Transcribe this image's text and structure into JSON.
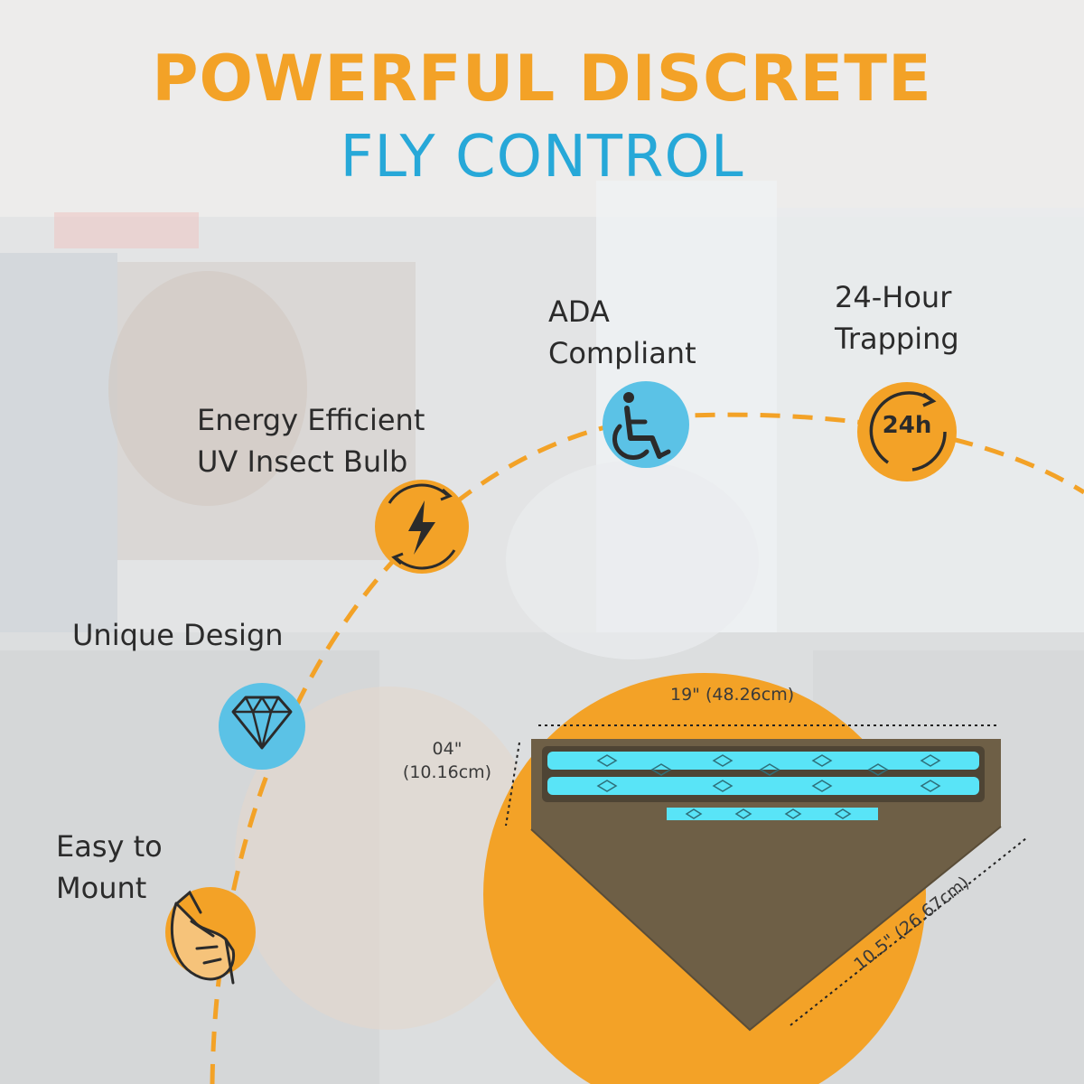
{
  "title": {
    "line1": "POWERFUL DISCRETE",
    "line2": "FLY CONTROL"
  },
  "colors": {
    "orange": "#f3a227",
    "blue": "#27a8d8",
    "icon_blue": "#5bc2e6",
    "product": "#6e5f46",
    "uv_blue": "#59e4f7",
    "text": "#2b2b2b"
  },
  "features": [
    {
      "icon": "hand-mount-icon",
      "lines": [
        "Easy to",
        "Mount"
      ]
    },
    {
      "icon": "diamond-icon",
      "lines": [
        "Unique Design"
      ]
    },
    {
      "icon": "lightning-bolt-icon",
      "lines": [
        "Energy Efficient",
        "UV Insect Bulb"
      ]
    },
    {
      "icon": "wheelchair-icon",
      "lines": [
        "ADA",
        "Compliant"
      ]
    },
    {
      "icon": "clock-24h-icon",
      "lines": [
        "24-Hour",
        "Trapping"
      ],
      "badge": "24h"
    }
  ],
  "product": {
    "width": "19\" (48.26cm)",
    "height_lines": [
      "04\"",
      "(10.16cm)"
    ],
    "depth": "10.5\" (26.67cm)"
  }
}
